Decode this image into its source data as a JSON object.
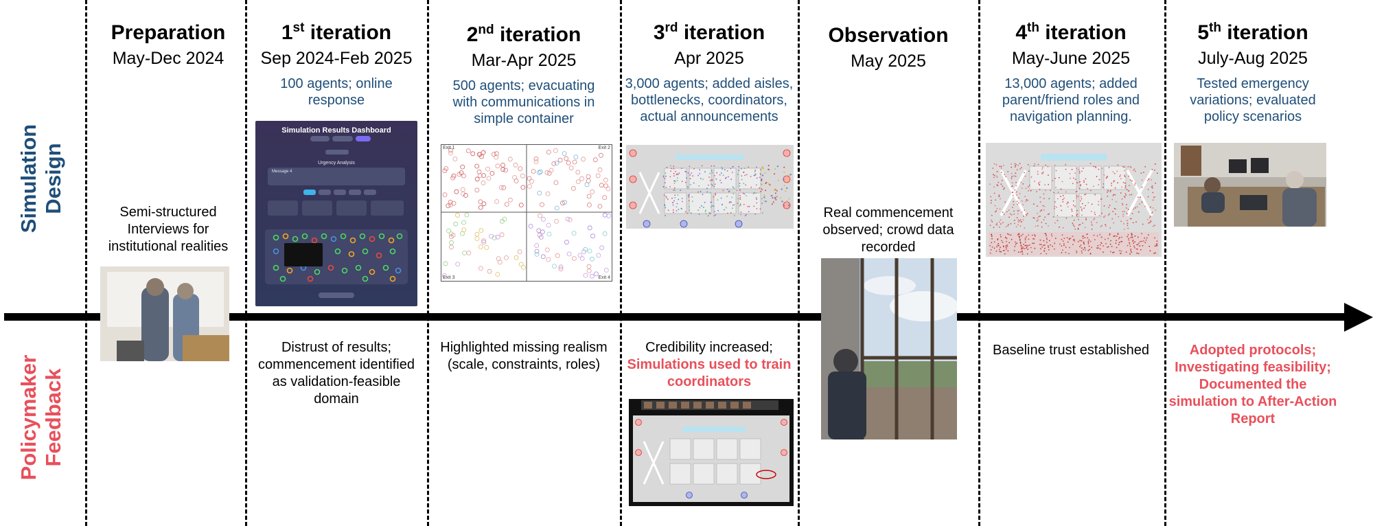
{
  "axis_labels": {
    "top": [
      "Simulation",
      "Design"
    ],
    "bottom": [
      "Policymaker",
      "Feedback"
    ],
    "top_color": "#1f4e79",
    "bottom_color": "#e8505b"
  },
  "phases": [
    {
      "title": "Preparation",
      "sup": "",
      "date": "May-Dec 2024",
      "desc": "",
      "note": "Semi-structured Interviews for institutional realities",
      "feedback": "",
      "feedback_red": ""
    },
    {
      "title": "1",
      "sup": "st",
      "title_rest": " iteration",
      "date": "Sep 2024-Feb 2025",
      "desc": "100 agents; online response",
      "feedback": "Distrust of results; commencement identified as validation-feasible domain"
    },
    {
      "title": "2",
      "sup": "nd",
      "title_rest": " iteration",
      "date": "Mar-Apr 2025",
      "desc": "500 agents; evacuating with communications in simple container",
      "feedback": "Highlighted missing realism (scale, constraints, roles)"
    },
    {
      "title": "3",
      "sup": "rd",
      "title_rest": " iteration",
      "date": "Apr 2025",
      "desc": "3,000 agents; added aisles, bottlenecks, coordinators, actual announcements",
      "feedback": "Credibility increased;",
      "feedback_red": "Simulations used to train coordinators"
    },
    {
      "title": "Observation",
      "sup": "",
      "date": "May 2025",
      "desc": "",
      "note": "Real commencement observed; crowd data recorded"
    },
    {
      "title": "4",
      "sup": "th",
      "title_rest": " iteration",
      "date": "May-June 2025",
      "desc": "13,000 agents; added parent/friend roles and navigation planning.",
      "feedback": "Baseline trust established"
    },
    {
      "title": "5",
      "sup": "th",
      "title_rest": " iteration",
      "date": "July-Aug 2025",
      "desc": "Tested emergency variations; evaluated policy scenarios",
      "feedback_red": "Adopted protocols; Investigating feasibility; Documented the simulation to After-Action Report"
    }
  ],
  "dashboard": {
    "title": "Simulation Results Dashboard",
    "section": "Urgency Analysis",
    "message_label": "Message 4"
  },
  "quadrant_labels": [
    "Exit 1",
    "Exit 2",
    "Exit 3",
    "Exit 4"
  ]
}
